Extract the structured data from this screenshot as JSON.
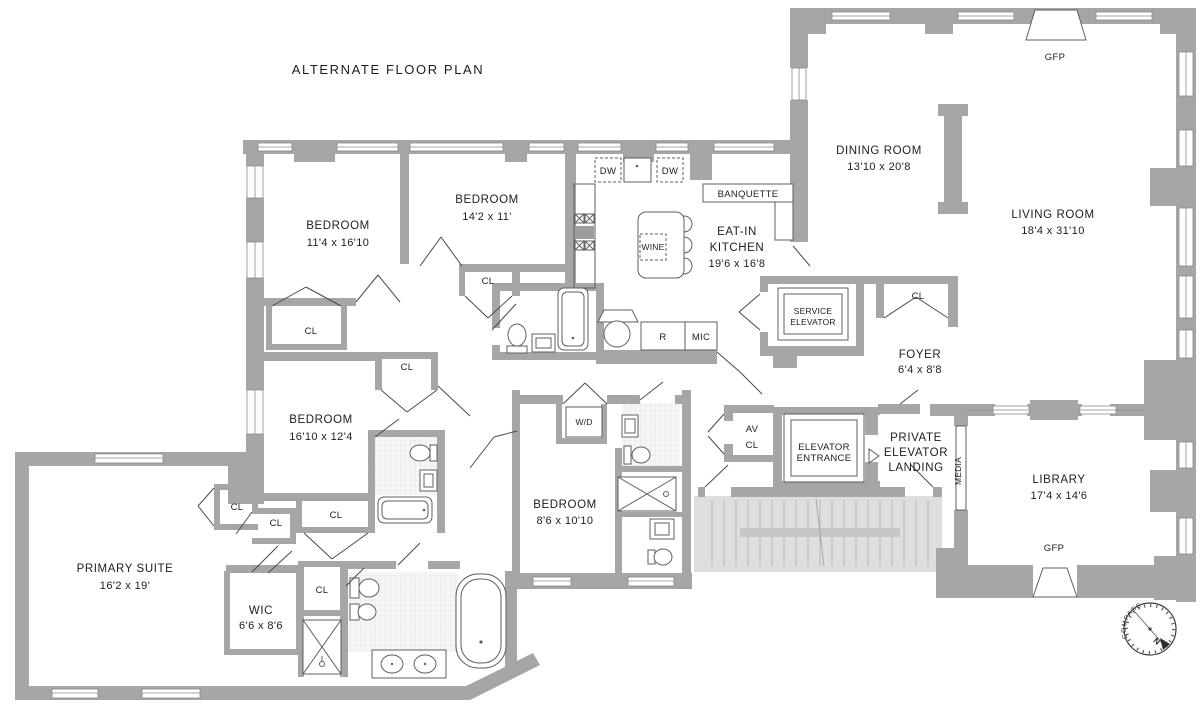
{
  "title": "ALTERNATE FLOOR PLAN",
  "rooms": {
    "bedroom1": {
      "name": "BEDROOM",
      "dims": "11'4 x 16'10"
    },
    "bedroom2": {
      "name": "BEDROOM",
      "dims": "14'2 x 11'"
    },
    "bedroom3": {
      "name": "BEDROOM",
      "dims": "16'10 x 12'4"
    },
    "bedroom4": {
      "name": "BEDROOM",
      "dims": "8'6 x 10'10"
    },
    "eat_in_kitchen": {
      "name_line1": "EAT-IN",
      "name_line2": "KITCHEN",
      "dims": "19'6 x 16'8"
    },
    "dining_room": {
      "name": "DINING ROOM",
      "dims": "13'10 x 20'8"
    },
    "living_room": {
      "name": "LIVING ROOM",
      "dims": "18'4 x 31'10"
    },
    "library": {
      "name": "LIBRARY",
      "dims": "17'4 x 14'6"
    },
    "foyer": {
      "name": "FOYER",
      "dims": "6'4 x 8'8"
    },
    "primary_suite": {
      "name": "PRIMARY SUITE",
      "dims": "16'2 x 19'"
    },
    "wic": {
      "name": "WIC",
      "dims": "6'6 x 8'6"
    },
    "private_landing": {
      "name_line1": "PRIVATE",
      "name_line2": "ELEVATOR",
      "name_line3": "LANDING"
    },
    "service_elevator": {
      "name_line1": "SERVICE",
      "name_line2": "ELEVATOR"
    },
    "elevator_entrance": {
      "name_line1": "ELEVATOR",
      "name_line2": "ENTRANCE"
    }
  },
  "fixtures": {
    "banquette": "BANQUETTE",
    "dishwasher": "DW",
    "wine": "WINE",
    "refrigerator": "R",
    "microwave": "MIC",
    "washer_dryer": "W/D",
    "av_closet_line1": "AV",
    "av_closet_line2": "CL",
    "closet": "CL",
    "media": "MEDIA",
    "fireplace": "GFP"
  },
  "compass": {
    "label": "COMPASS",
    "north": "N"
  },
  "colors": {
    "wall": "#a6a6a6",
    "stair_floor": "#dedede",
    "line": "#444444",
    "north_red": "#c0392b"
  }
}
